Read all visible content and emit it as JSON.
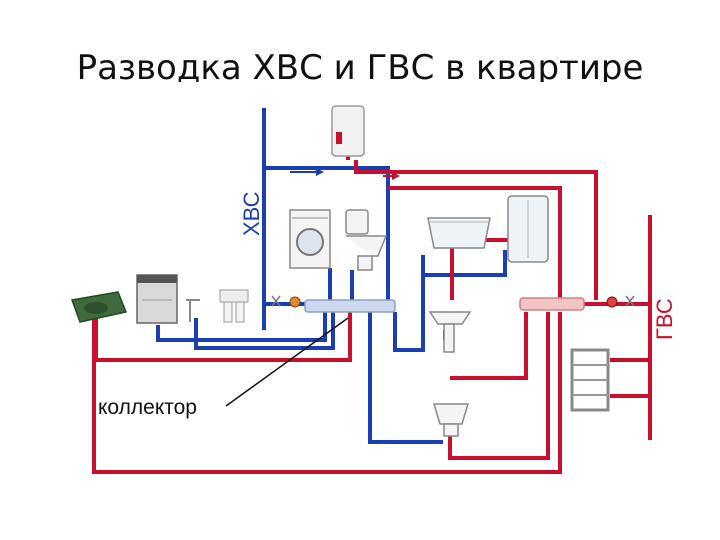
{
  "title": "Разводка ХВС и ГВС в квартире",
  "labels": {
    "cold": "ХВС",
    "hot": "ГВС",
    "manifold": "коллектор"
  },
  "colors": {
    "cold": "#1a3fb3",
    "hot": "#c8102e",
    "manifold": "#cfd9ee",
    "manifold_hot": "#f2c4c4"
  },
  "fixtures": [
    "water-heater-icon",
    "washing-machine-icon",
    "toilet-icon",
    "bathtub-icon",
    "shower-cabin-icon",
    "dishwasher-icon",
    "kitchen-sink-icon",
    "filter-icon",
    "washbasin-icon",
    "bidet-icon",
    "towel-rail-icon"
  ]
}
